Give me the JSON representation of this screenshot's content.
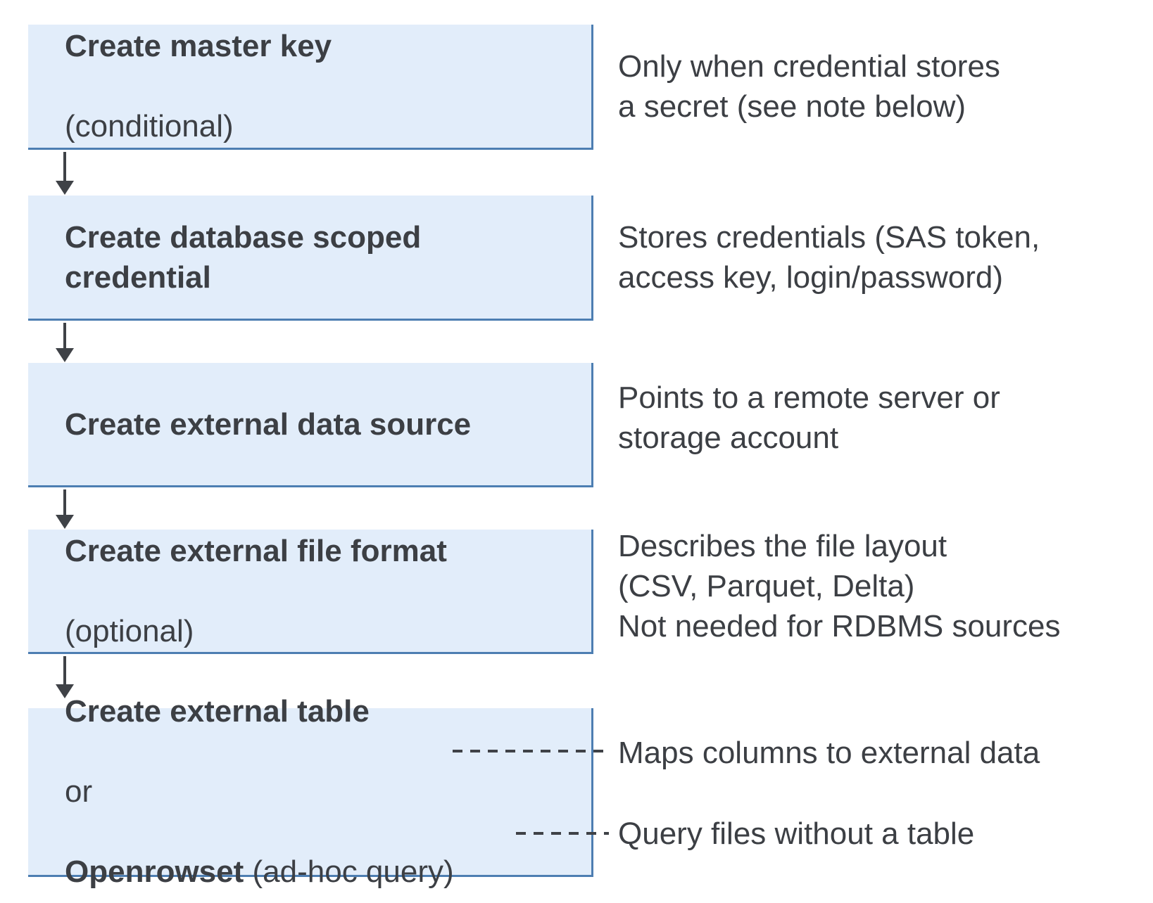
{
  "colors": {
    "box_fill": "#e2edfa",
    "box_border": "#4d7eb2",
    "ink": "#3c3f44",
    "connector": "#3f4247",
    "canvas_bg": "#ffffff"
  },
  "steps": [
    {
      "title": "Create master key",
      "qualifier": "(conditional)",
      "note": "Only when credential stores\na secret (see note below)"
    },
    {
      "title": "Create database scoped\ncredential",
      "note": "Stores credentials (SAS token,\naccess key, login/password)"
    },
    {
      "title": "Create external data source",
      "note": "Points to a remote server or\nstorage account"
    },
    {
      "title": "Create external file format",
      "qualifier": "(optional)",
      "note": "Describes the file layout\n(CSV, Parquet, Delta)\nNot needed for RDBMS sources"
    },
    {
      "title": "Create external table",
      "or_label": "or",
      "alt_title": "Openrowset",
      "alt_qualifier": " (ad-hoc query)",
      "note_table": "Maps columns to external data",
      "note_openrowset": "Query files without a table"
    }
  ]
}
